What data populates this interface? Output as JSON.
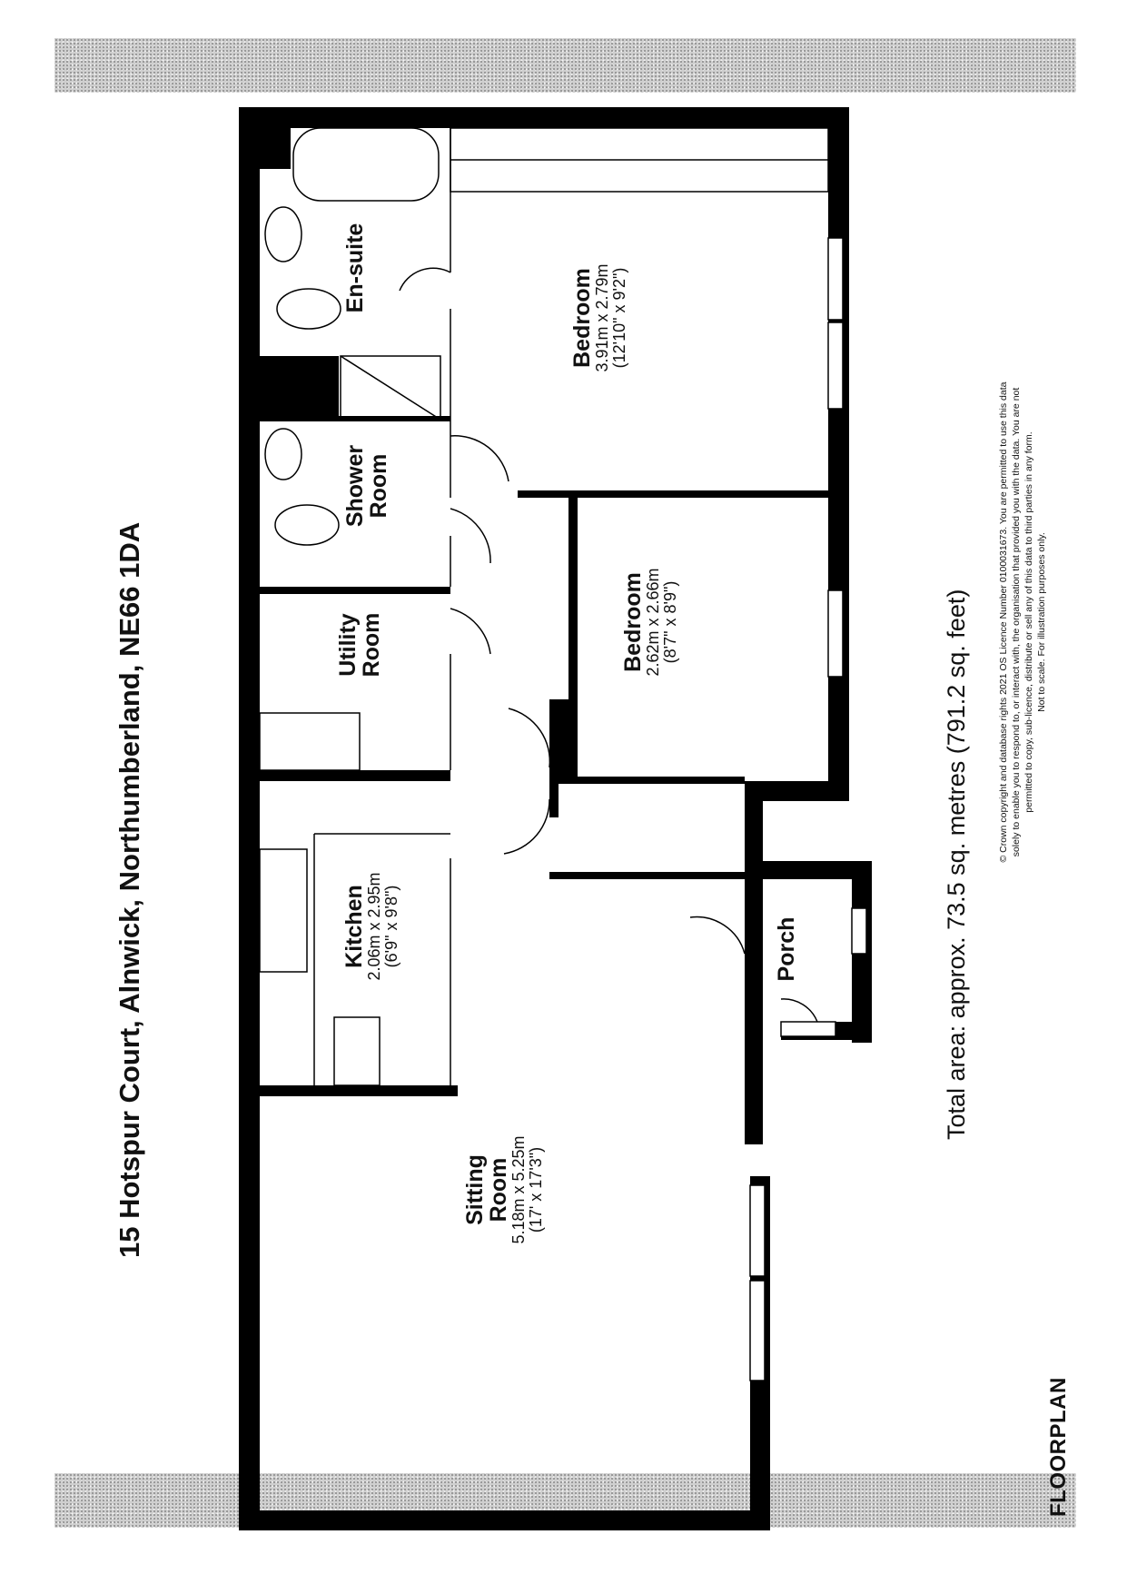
{
  "title": "15 Hotspur Court, Alnwick, Northumberland, NE66 1DA",
  "total_area": "Total area: approx. 73.5 sq. metres (791.2 sq. feet)",
  "floorplan_label": "FLOORPLAN",
  "copyright": {
    "line1": "© Crown copyright and database rights 2021 OS Licence Number 0100031673. You are permitted to use this data",
    "line2": "solely to enable you to respond to, or interact with, the organisation that provided you with the data. You are not",
    "line3": "permitted to copy, sub-licence, distribute or sell any of this data to third parties in any form.",
    "line4": "Not to scale. For illustration purposes only."
  },
  "rooms": {
    "ensuite": {
      "name": "En-suite"
    },
    "bedroom1": {
      "name": "Bedroom",
      "dim_m": "3.91m x 2.79m",
      "dim_ft": "(12'10\" x 9'2\")"
    },
    "shower": {
      "name_line1": "Shower",
      "name_line2": "Room"
    },
    "bedroom2": {
      "name": "Bedroom",
      "dim_m": "2.62m x 2.66m",
      "dim_ft": "(8'7\" x 8'9\")"
    },
    "utility": {
      "name_line1": "Utility",
      "name_line2": "Room"
    },
    "kitchen": {
      "name": "Kitchen",
      "dim_m": "2.06m x 2.95m",
      "dim_ft": "(6'9\" x 9'8\")"
    },
    "porch": {
      "name": "Porch"
    },
    "sitting": {
      "name_line1": "Sitting",
      "name_line2": "Room",
      "dim_m": "5.18m x 5.25m",
      "dim_ft": "(17' x 17'3\")"
    }
  }
}
